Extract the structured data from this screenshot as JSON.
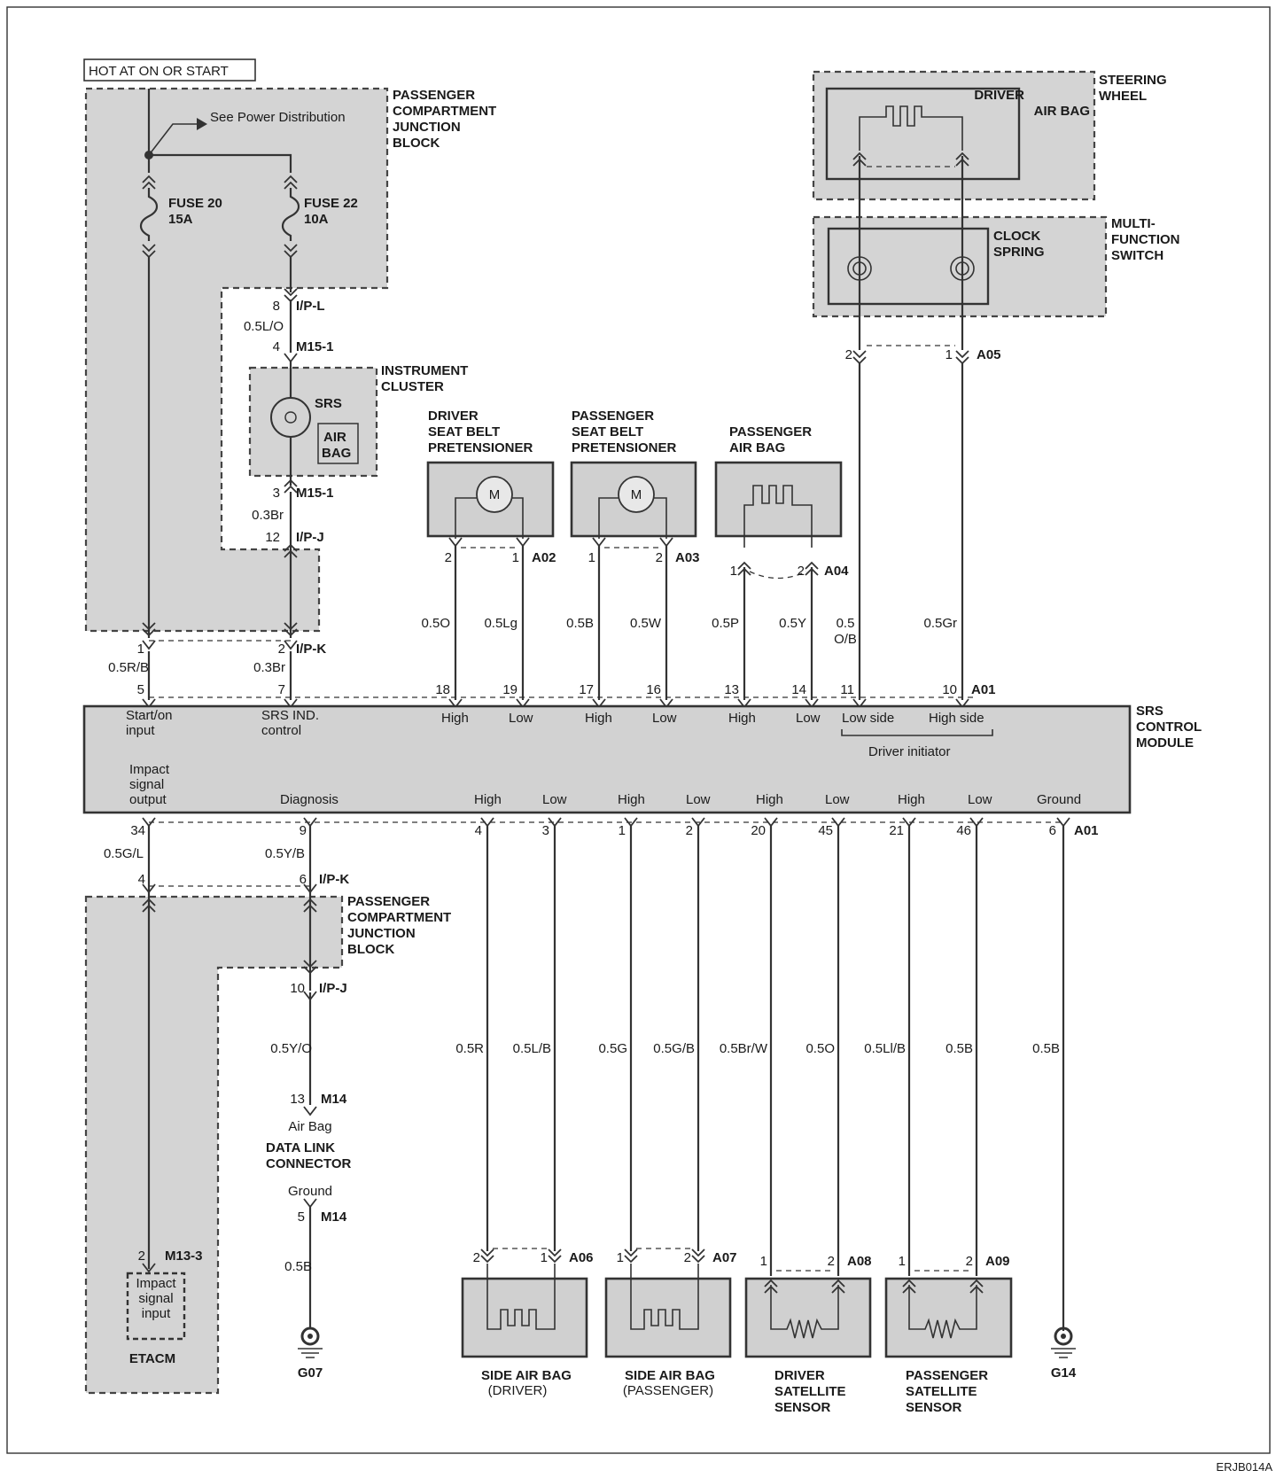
{
  "header": {
    "hot_at": "HOT AT ON OR START"
  },
  "pcjb_top": {
    "label1": "PASSENGER",
    "label2": "COMPARTMENT",
    "label3": "JUNCTION",
    "label4": "BLOCK",
    "see_power": "See Power Distribution"
  },
  "fuses": {
    "f20_name": "FUSE 20",
    "f20_rating": "15A",
    "f22_name": "FUSE 22",
    "f22_rating": "10A"
  },
  "cluster": {
    "label1": "INSTRUMENT",
    "label2": "CLUSTER",
    "srs": "SRS",
    "air": "AIR",
    "bag": "BAG"
  },
  "left_top_wires": {
    "p8": "8",
    "ipl": "I/P-L",
    "w05lo": "0.5L/O",
    "p4": "4",
    "m15_1a": "M15-1",
    "p3": "3",
    "m15_1b": "M15-1",
    "w03br_a": "0.3Br",
    "p12": "12",
    "ipj_a": "I/P-J",
    "p1": "1",
    "p2": "2",
    "ipk_a": "I/P-K",
    "w05rb": "0.5R/B",
    "w03br_b": "0.3Br",
    "p5": "5",
    "p7": "7"
  },
  "steering": {
    "label1": "STEERING",
    "label2": "WHEEL",
    "driver1": "DRIVER",
    "driver2": "AIR BAG"
  },
  "mfs": {
    "label1": "MULTI-",
    "label2": "FUNCTION",
    "label3": "SWITCH",
    "clock1": "CLOCK",
    "clock2": "SPRING"
  },
  "a05": {
    "p2": "2",
    "p1": "1",
    "conn": "A05"
  },
  "driver_pret": {
    "l1": "DRIVER",
    "l2": "SEAT BELT",
    "l3": "PRETENSIONER",
    "m": "M",
    "p2": "2",
    "p1": "1",
    "conn": "A02",
    "w1": "0.5O",
    "w2": "0.5Lg"
  },
  "pass_pret": {
    "l1": "PASSENGER",
    "l2": "SEAT BELT",
    "l3": "PRETENSIONER",
    "m": "M",
    "p1": "1",
    "p2": "2",
    "conn": "A03",
    "w1": "0.5B",
    "w2": "0.5W"
  },
  "pass_airbag": {
    "l1": "PASSENGER",
    "l2": "AIR BAG",
    "p1": "1",
    "p2": "2",
    "conn": "A04",
    "w1": "0.5P",
    "w2": "0.5Y"
  },
  "drv_wires": {
    "w1a": "0.5",
    "w1b": "O/B",
    "w2": "0.5Gr"
  },
  "module_top_pins": {
    "p18": "18",
    "p19": "19",
    "p17": "17",
    "p16": "16",
    "p13": "13",
    "p14": "14",
    "p11": "11",
    "p10": "10",
    "conn": "A01"
  },
  "module": {
    "name1": "SRS",
    "name2": "CONTROL",
    "name3": "MODULE",
    "start1": "Start/on",
    "start2": "input",
    "srsind1": "SRS IND.",
    "srsind2": "control",
    "high": "High",
    "low": "Low",
    "lowside": "Low side",
    "highside": "High side",
    "driver_init": "Driver initiator",
    "impact1": "Impact",
    "impact2": "signal",
    "impact3": "output",
    "diagnosis": "Diagnosis",
    "ground": "Ground"
  },
  "module_bottom_pins": {
    "p34": "34",
    "p9": "9",
    "p4": "4",
    "p3": "3",
    "p1": "1",
    "p2": "2",
    "p20": "20",
    "p45": "45",
    "p21": "21",
    "p46": "46",
    "p6": "6",
    "conn": "A01"
  },
  "left_bottom": {
    "w05gl": "0.5G/L",
    "w05yb": "0.5Y/B",
    "p4": "4",
    "p6": "6",
    "ipk": "I/P-K",
    "pcjb1": "PASSENGER",
    "pcjb2": "COMPARTMENT",
    "pcjb3": "JUNCTION",
    "pcjb4": "BLOCK",
    "p10": "10",
    "ipj": "I/P-J",
    "w05yo": "0.5Y/O",
    "p13": "13",
    "m14a": "M14",
    "airbag": "Air Bag",
    "dlc1": "DATA LINK",
    "dlc2": "CONNECTOR",
    "ground": "Ground",
    "p5": "5",
    "m14b": "M14",
    "w05b": "0.5B",
    "g07": "G07",
    "p2": "2",
    "m13_3": "M13-3",
    "imp1": "Impact",
    "imp2": "signal",
    "imp3": "input",
    "etacm": "ETACM"
  },
  "bottom_wires": {
    "w05r": "0.5R",
    "w05lb": "0.5L/B",
    "w05g": "0.5G",
    "w05gb": "0.5G/B",
    "w05brw": "0.5Br/W",
    "w05o": "0.5O",
    "w05lib": "0.5Ll/B",
    "w05b1": "0.5B",
    "w05b2": "0.5B"
  },
  "side_drv": {
    "p2": "2",
    "p1": "1",
    "conn": "A06",
    "l1": "SIDE AIR BAG",
    "l2": "(DRIVER)"
  },
  "side_pass": {
    "p1": "1",
    "p2": "2",
    "conn": "A07",
    "l1": "SIDE AIR BAG",
    "l2": "(PASSENGER)"
  },
  "drv_sat": {
    "p1": "1",
    "p2": "2",
    "conn": "A08",
    "l1": "DRIVER",
    "l2": "SATELLITE",
    "l3": "SENSOR"
  },
  "pass_sat": {
    "p1": "1",
    "p2": "2",
    "conn": "A09",
    "l1": "PASSENGER",
    "l2": "SATELLITE",
    "l3": "SENSOR"
  },
  "g14": "G14",
  "code": "ERJB014A"
}
